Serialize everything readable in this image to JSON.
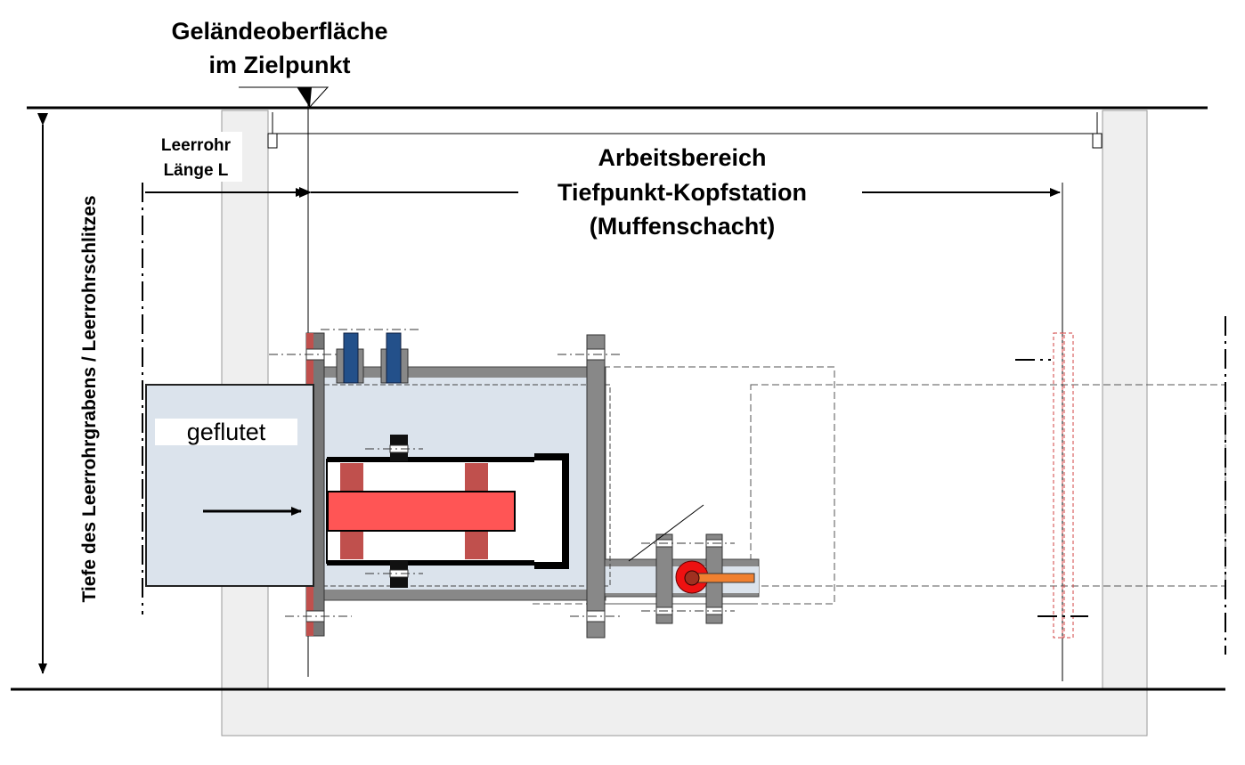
{
  "labels": {
    "surface_line1": "Geländeoberfläche",
    "surface_line2": "im Zielpunkt",
    "conduit_line1": "Leerrohr",
    "conduit_line2": "Länge L",
    "work_area_line1": "Arbeitsbereich",
    "work_area_line2": "Tiefpunkt-Kopfstation",
    "work_area_line3": "(Muffenschacht)",
    "depth": "Tiefe des Leerrohrgrabens / Leerrohrschlitzes",
    "flooded": "geflutet"
  },
  "colors": {
    "pit_wall": "#efefef",
    "pipe_fill": "#dbe3ec",
    "flange_grey": "#888888",
    "bolt_blue": "#23508a",
    "piston_red": "#ff5555",
    "piston_support": "#c0504d",
    "valve_red": "#ee1111",
    "handle_orange": "#f08030"
  },
  "icons": [
    "arrow-right-icon",
    "surface-triangle-icon",
    "ball-valve-icon"
  ]
}
